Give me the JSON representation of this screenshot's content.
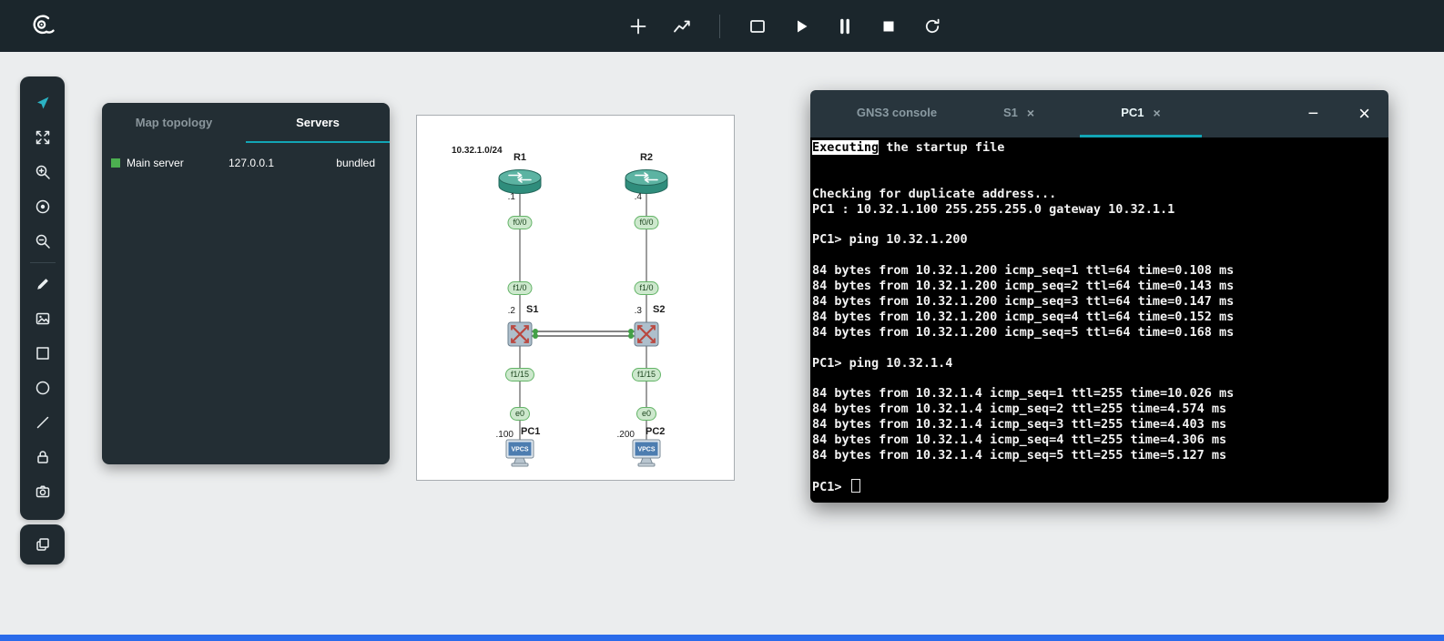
{
  "colors": {
    "accent_teal": "#12a5b5",
    "status_green": "#4caf50",
    "topbar_bg": "#1b262c",
    "panel_bg": "#232e34",
    "terminal_bg": "#000000",
    "bottom_strip_blue": "#2a6bea"
  },
  "topbar": {
    "buttons": [
      "add-node",
      "chart",
      "frame",
      "start",
      "pause",
      "stop",
      "reload"
    ]
  },
  "sidebar": {
    "tools": [
      "select",
      "fullscreen",
      "zoom-in",
      "center",
      "zoom-out",
      "draw",
      "image",
      "rectangle",
      "ellipse",
      "line",
      "lock",
      "screenshot",
      "layers"
    ]
  },
  "topology_panel": {
    "tabs": [
      {
        "label": "Map topology"
      },
      {
        "label": "Servers"
      }
    ],
    "active_tab": "Servers",
    "server": {
      "name": "Main server",
      "ip": "127.0.0.1",
      "type": "bundled",
      "status": "green"
    }
  },
  "canvas": {
    "network_label": "10.32.1.0/24",
    "r1": {
      "label": "R1",
      "addr": ".1",
      "if_top": "f0/0",
      "if_bottom": "f1/0"
    },
    "r2": {
      "label": "R2",
      "addr": ".4",
      "if_top": "f0/0",
      "if_bottom": "f1/0"
    },
    "s1": {
      "label": "S1",
      "addr": ".2",
      "if_down": "f1/15"
    },
    "s2": {
      "label": "S2",
      "addr": ".3",
      "if_down": "f1/15"
    },
    "pc1": {
      "label": "PC1",
      "addr": ".100",
      "if_up": "e0",
      "icon_text": "VPCS"
    },
    "pc2": {
      "label": "PC2",
      "addr": ".200",
      "if_up": "e0",
      "icon_text": "VPCS"
    }
  },
  "console": {
    "tabs": [
      {
        "label": "GNS3 console"
      },
      {
        "label": "S1"
      },
      {
        "label": "PC1"
      }
    ],
    "active_tab": "PC1",
    "tab_close_glyph": "×",
    "window_controls": {
      "minimize": "−",
      "close": "×"
    },
    "prompt": "PC1> ",
    "lines": [
      {
        "highlight": "Executing",
        "text": " the startup file"
      },
      "",
      "",
      "Checking for duplicate address...",
      "PC1 : 10.32.1.100 255.255.255.0 gateway 10.32.1.1",
      "",
      "PC1> ping 10.32.1.200",
      "",
      "84 bytes from 10.32.1.200 icmp_seq=1 ttl=64 time=0.108 ms",
      "84 bytes from 10.32.1.200 icmp_seq=2 ttl=64 time=0.143 ms",
      "84 bytes from 10.32.1.200 icmp_seq=3 ttl=64 time=0.147 ms",
      "84 bytes from 10.32.1.200 icmp_seq=4 ttl=64 time=0.152 ms",
      "84 bytes from 10.32.1.200 icmp_seq=5 ttl=64 time=0.168 ms",
      "",
      "PC1> ping 10.32.1.4",
      "",
      "84 bytes from 10.32.1.4 icmp_seq=1 ttl=255 time=10.026 ms",
      "84 bytes from 10.32.1.4 icmp_seq=2 ttl=255 time=4.574 ms",
      "84 bytes from 10.32.1.4 icmp_seq=3 ttl=255 time=4.403 ms",
      "84 bytes from 10.32.1.4 icmp_seq=4 ttl=255 time=4.306 ms",
      "84 bytes from 10.32.1.4 icmp_seq=5 ttl=255 time=5.127 ms",
      ""
    ]
  }
}
